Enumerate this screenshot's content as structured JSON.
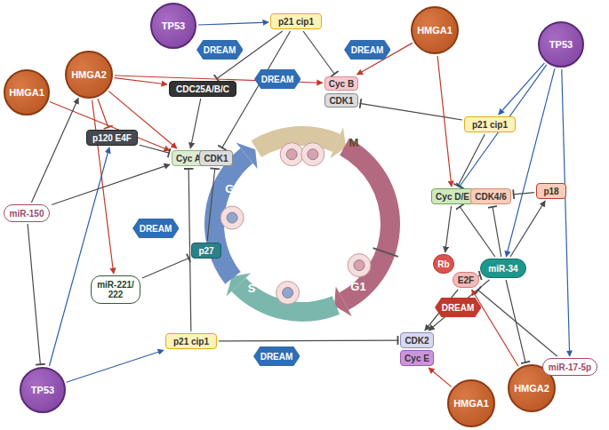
{
  "diagram": {
    "nodes": [
      {
        "text": [
          "TP53"
        ]
      },
      {
        "text": [
          "p21 cip1"
        ]
      },
      {
        "text": [
          "DREAM"
        ]
      },
      {
        "text": [
          "DREAM"
        ]
      },
      {
        "text": [
          "DREAM"
        ]
      },
      {
        "text": [
          "HMGA1"
        ]
      },
      {
        "text": [
          "TP53"
        ]
      },
      {
        "text": [
          "HMGA2"
        ]
      },
      {
        "text": [
          "HMGA1"
        ]
      },
      {
        "text": [
          "Cyc B"
        ]
      },
      {
        "text": [
          "CDK1"
        ]
      },
      {
        "text": [
          "CDC25A/B/C"
        ]
      },
      {
        "text": [
          "p21 cip1"
        ]
      },
      {
        "text": [
          "p120 E4F"
        ]
      },
      {
        "text": [
          "Cyc A"
        ]
      },
      {
        "text": [
          "CDK1"
        ]
      },
      {
        "text": [
          "Cyc D/E"
        ]
      },
      {
        "text": [
          "CDK4/6"
        ]
      },
      {
        "text": [
          "p18"
        ]
      },
      {
        "text": [
          "miR-150"
        ]
      },
      {
        "text": [
          "DREAM"
        ]
      },
      {
        "text": [
          "p27"
        ]
      },
      {
        "text": [
          "miR-221/ 222"
        ]
      },
      {
        "text": [
          "Rb"
        ]
      },
      {
        "text": [
          "E2F"
        ]
      },
      {
        "text": [
          "miR-34"
        ]
      },
      {
        "text": [
          "DREAM"
        ]
      },
      {
        "text": [
          "TP53"
        ]
      },
      {
        "text": [
          "p21 cip1"
        ]
      },
      {
        "text": [
          "DREAM"
        ]
      },
      {
        "text": [
          "CDK2"
        ]
      },
      {
        "text": [
          "Cyc E"
        ]
      },
      {
        "text": [
          "HMGA1"
        ]
      },
      {
        "text": [
          "HMGA2"
        ]
      },
      {
        "text": [
          "miR-17-5p"
        ]
      }
    ],
    "edges": [
      {
        "from": 0,
        "to": 1,
        "arrow": "to"
      },
      {
        "from": 1,
        "to": 9,
        "arrow": "to"
      },
      {
        "from": 1,
        "to": 15,
        "arrow": "to"
      },
      {
        "from": 1,
        "to": 11,
        "arrow": "to"
      },
      {
        "from": 5,
        "to": 9,
        "arrow": "to"
      },
      {
        "from": 5,
        "to": 16,
        "arrow": "to"
      },
      {
        "from": 6,
        "to": 12,
        "arrow": "to"
      },
      {
        "from": 6,
        "to": 16,
        "arrow": "to"
      },
      {
        "from": 6,
        "to": 25,
        "arrow": "to"
      },
      {
        "from": 6,
        "to": 34,
        "arrow": "to"
      },
      {
        "from": 12,
        "to": 10,
        "arrow": "to"
      },
      {
        "from": 12,
        "to": 16,
        "arrow": "to"
      },
      {
        "from": 7,
        "to": 9,
        "arrow": "to"
      },
      {
        "from": 7,
        "to": 11,
        "arrow": "to"
      },
      {
        "from": 7,
        "to": 13,
        "arrow": "to"
      },
      {
        "from": 7,
        "to": 14,
        "arrow": "to"
      },
      {
        "from": 7,
        "to": 22,
        "arrow": "to"
      },
      {
        "from": 8,
        "to": 14,
        "arrow": "to"
      },
      {
        "from": 11,
        "to": 14,
        "arrow": "to"
      },
      {
        "from": 13,
        "to": 14,
        "arrow": "to"
      },
      {
        "from": 19,
        "to": 7,
        "arrow": "to"
      },
      {
        "from": 19,
        "to": 14,
        "arrow": "to"
      },
      {
        "from": 19,
        "to": 27,
        "arrow": "to"
      },
      {
        "from": 27,
        "to": 13,
        "arrow": "to"
      },
      {
        "from": 27,
        "to": 28,
        "arrow": "to"
      },
      {
        "from": 22,
        "to": 21,
        "arrow": "to"
      },
      {
        "from": 21,
        "to": 15,
        "arrow": "to"
      },
      {
        "from": 28,
        "to": 14,
        "arrow": "to"
      },
      {
        "from": 28,
        "to": 30,
        "arrow": "to"
      },
      {
        "from": 16,
        "to": 23,
        "arrow": "to"
      },
      {
        "from": 18,
        "to": 17,
        "arrow": "to"
      },
      {
        "from": 25,
        "to": 18,
        "arrow": "to"
      },
      {
        "from": 25,
        "to": 16,
        "arrow": "to"
      },
      {
        "from": 25,
        "to": 17,
        "arrow": "to"
      },
      {
        "from": 25,
        "to": 24,
        "arrow": "to"
      },
      {
        "from": 25,
        "to": 30,
        "arrow": "to"
      },
      {
        "from": 25,
        "to": 33,
        "arrow": "to"
      },
      {
        "from": 24,
        "to": 30,
        "arrow": "to"
      },
      {
        "from": 32,
        "to": 31,
        "arrow": "to"
      },
      {
        "from": 33,
        "to": 24,
        "arrow": "to"
      },
      {
        "from": 34,
        "to": 24,
        "arrow": "to"
      }
    ],
    "labels": [
      "M",
      "G2",
      "S",
      "G1"
    ]
  }
}
